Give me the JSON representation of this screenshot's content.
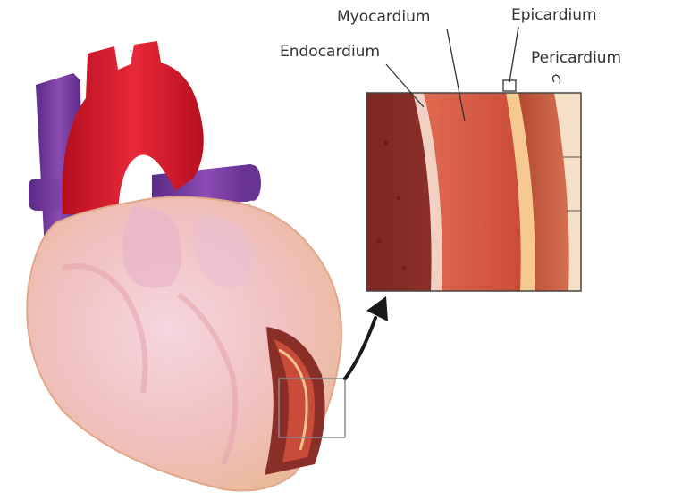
{
  "diagram": {
    "labels": {
      "myocardium": "Myocardium",
      "epicardium": "Epicardium",
      "endocardium": "Endocardium",
      "pericardium": "Pericardium"
    },
    "colors": {
      "aorta": "#d8192a",
      "vein": "#7b3fa0",
      "heart_outer": "#f2c4a8",
      "heart_inner": "#ecb0b3",
      "endocardium_layer": "#9e3a33",
      "myocardium_layer": "#d65a45",
      "epicardium_layer": "#f5c98f",
      "pericardium_layer": "#c75a3c",
      "label_text": "#333333"
    }
  }
}
